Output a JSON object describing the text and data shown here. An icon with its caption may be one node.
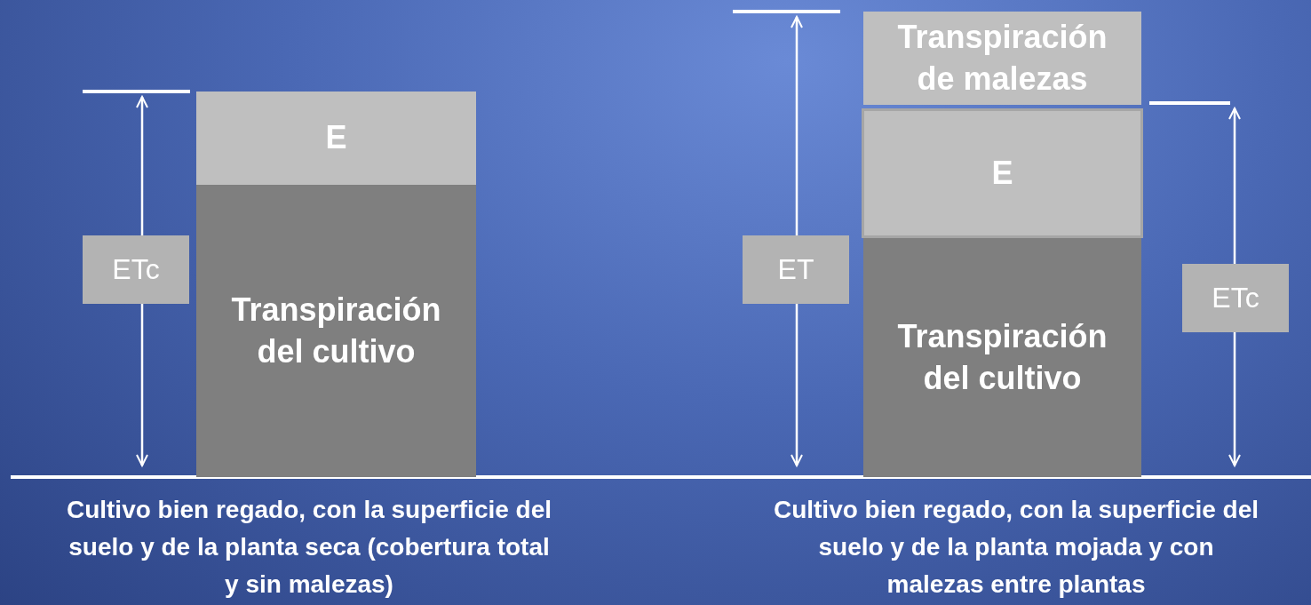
{
  "diagram": {
    "nodes": [
      {
        "text": [
          "E"
        ]
      },
      {
        "text": [
          "Transpiración del cultivo"
        ]
      },
      {
        "text": [
          "ETc"
        ]
      },
      {
        "text": [
          "Transpiración de malezas"
        ]
      },
      {
        "text": [
          "E"
        ]
      },
      {
        "text": [
          "Transpiración del cultivo"
        ]
      },
      {
        "text": [
          "ET"
        ]
      },
      {
        "text": [
          "ETc"
        ]
      }
    ],
    "edges": [],
    "labels": [
      "Cultivo bien regado, con la superficie del suelo y de la planta seca (cobertura total y sin malezas)",
      "Cultivo bien regado, con la superficie del suelo y de la planta mojada y con malezas entre plantas"
    ]
  }
}
